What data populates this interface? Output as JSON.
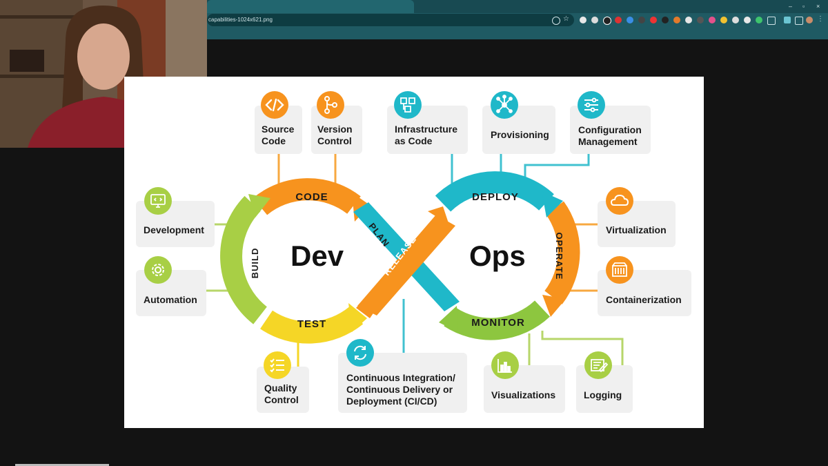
{
  "browser": {
    "url": "capabilities-1024x621.png",
    "window_controls": [
      "–",
      "▫",
      "×"
    ]
  },
  "slide": {
    "center": {
      "left_word": "Dev",
      "right_word": "Ops"
    },
    "stages": {
      "code": "CODE",
      "plan": "PLAN",
      "build": "BUILD",
      "test": "TEST",
      "release": "RELEASE",
      "deploy": "DEPLOY",
      "operate": "OPERATE",
      "monitor": "MONITOR"
    },
    "cards": {
      "source_code": "Source\nCode",
      "version_control": "Version\nControl",
      "infrastructure_as_code": "Infrastructure\nas Code",
      "provisioning": "Provisioning",
      "configuration_management": "Configuration\nManagement",
      "development": "Development",
      "automation": "Automation",
      "virtualization": "Virtualization",
      "containerization": "Containerization",
      "quality_control": "Quality\nControl",
      "ci_cd": "Continuous Integration/\nContinuous Delivery or\nDeployment (CI/CD)",
      "visualizations": "Visualizations",
      "logging": "Logging"
    }
  },
  "colors": {
    "orange": "#f7931e",
    "teal": "#1fb8c9",
    "yellow_green": "#a8cf45",
    "yellow": "#f5d626",
    "green": "#8dc63f",
    "connector_orange": "#f7a840",
    "connector_teal": "#40c1d0",
    "connector_green": "#b7d66a"
  },
  "icons": {
    "source_code": "code-brackets-icon",
    "version_control": "git-branch-icon",
    "infrastructure_as_code": "blocks-icon",
    "provisioning": "network-hub-icon",
    "configuration_management": "sliders-icon",
    "development": "monitor-code-icon",
    "automation": "gear-icon",
    "virtualization": "cloud-icon",
    "containerization": "container-icon",
    "quality_control": "checklist-icon",
    "ci_cd": "cycle-arrows-icon",
    "visualizations": "bar-chart-icon",
    "logging": "log-edit-icon"
  }
}
